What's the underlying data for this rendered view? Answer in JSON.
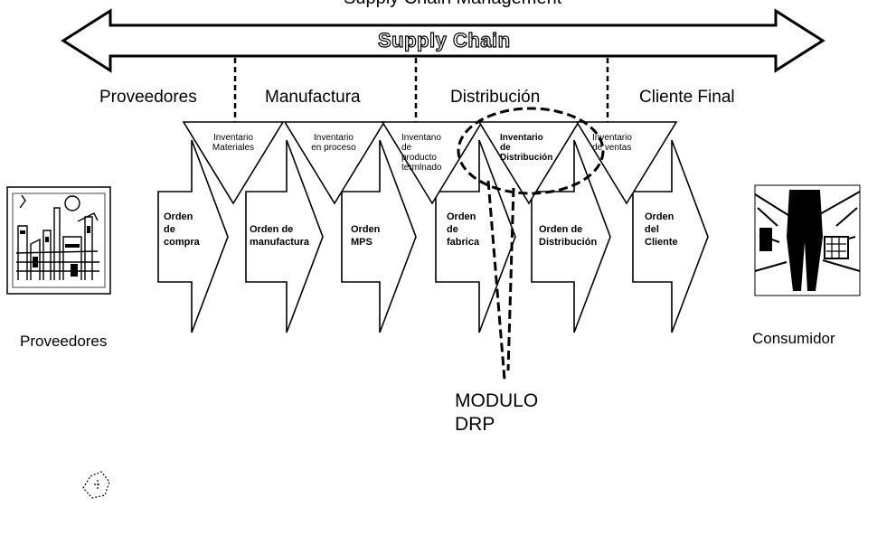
{
  "supply_chain_label": "Supply Chain",
  "top_cut_text": "Supply Chain Management",
  "stages": [
    "Proveedores",
    "Manufactura",
    "Distribución",
    "Cliente Final"
  ],
  "inventories": [
    [
      "Inventario",
      "Materiales"
    ],
    [
      "Inventario",
      "en proceso"
    ],
    [
      "Inventano",
      "de",
      "producto",
      "termlnado"
    ],
    [
      "Inventario",
      "de",
      "Distribución"
    ],
    [
      "Inventario",
      "de ventas"
    ]
  ],
  "orders": [
    [
      "Orden",
      "de",
      "compra"
    ],
    [
      "Orden de",
      "manufactura"
    ],
    [
      "Orden",
      "MPS"
    ],
    [
      "Orden",
      "de",
      "fabrica"
    ],
    [
      "Orden de",
      "Distribución"
    ],
    [
      "Orden",
      "del",
      "Cliente"
    ]
  ],
  "left_label": "Proveedores",
  "right_label": "Consumidor",
  "module_label": [
    "MODULO",
    "DRP"
  ],
  "icons": {
    "left": "factory-icon",
    "right": "consumer-shopping-icon"
  }
}
